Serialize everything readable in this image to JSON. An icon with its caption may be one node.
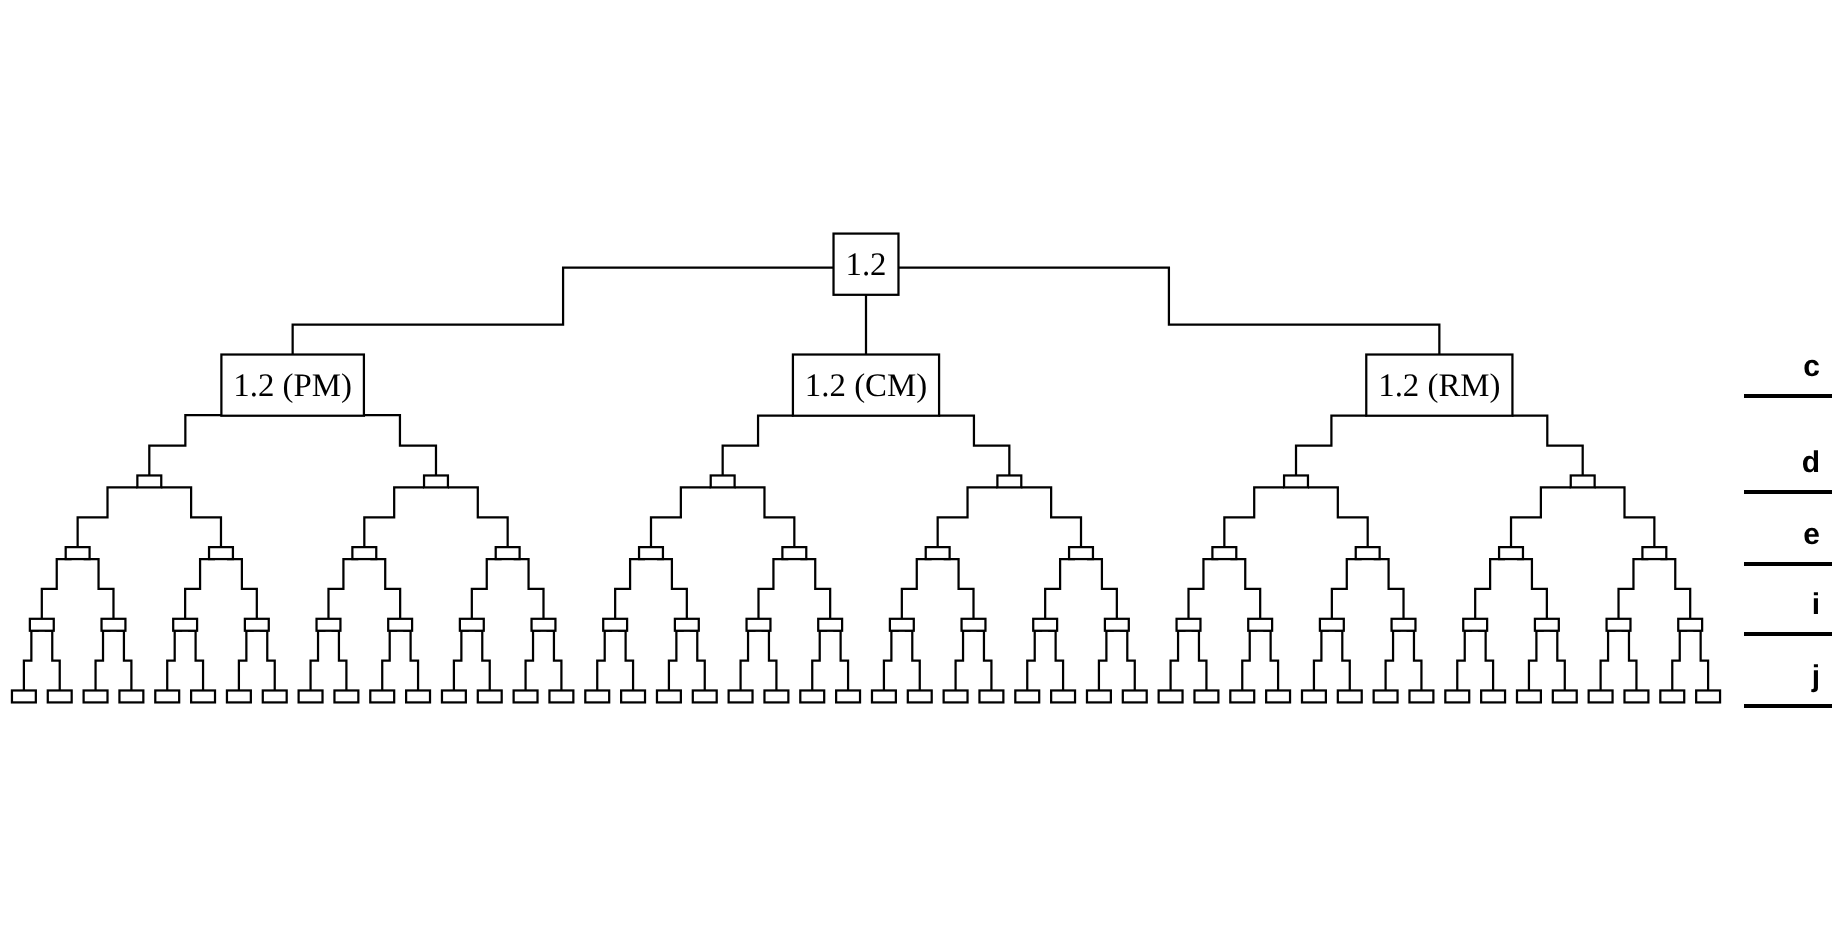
{
  "diagram": {
    "nodes": [
      {
        "text": [
          "1.2"
        ]
      },
      {
        "text": [
          "1.2 (PM)"
        ]
      },
      {
        "text": [
          "1.2 (CM)"
        ]
      },
      {
        "text": [
          "1.2 (RM)"
        ]
      },
      {
        "text": [],
        "shape": "box"
      },
      {
        "text": [],
        "shape": "box"
      },
      {
        "text": [],
        "shape": "box"
      },
      {
        "text": [],
        "shape": "box"
      },
      {
        "text": [],
        "shape": "box"
      },
      {
        "text": [],
        "shape": "box"
      },
      {
        "text": [],
        "shape": "box"
      },
      {
        "text": [],
        "shape": "box"
      },
      {
        "text": [],
        "shape": "box"
      },
      {
        "text": [],
        "shape": "box"
      },
      {
        "text": [],
        "shape": "box"
      },
      {
        "text": [],
        "shape": "box"
      },
      {
        "text": [],
        "shape": "box"
      },
      {
        "text": [],
        "shape": "box"
      },
      {
        "text": [],
        "shape": "box"
      },
      {
        "text": [],
        "shape": "box"
      },
      {
        "text": [],
        "shape": "box"
      },
      {
        "text": [],
        "shape": "box"
      },
      {
        "text": [],
        "shape": "box"
      },
      {
        "text": [],
        "shape": "box"
      },
      {
        "text": [],
        "shape": "box"
      },
      {
        "text": [],
        "shape": "box"
      },
      {
        "text": [],
        "shape": "box"
      },
      {
        "text": [],
        "shape": "box"
      },
      {
        "text": [],
        "shape": "box"
      },
      {
        "text": [],
        "shape": "box"
      },
      {
        "text": [],
        "shape": "box"
      },
      {
        "text": [],
        "shape": "box"
      },
      {
        "text": [],
        "shape": "box"
      },
      {
        "text": [],
        "shape": "box"
      },
      {
        "text": [],
        "shape": "box"
      },
      {
        "text": [],
        "shape": "box"
      },
      {
        "text": [],
        "shape": "box"
      },
      {
        "text": [],
        "shape": "box"
      },
      {
        "text": [],
        "shape": "box"
      },
      {
        "text": [],
        "shape": "box"
      },
      {
        "text": [],
        "shape": "box"
      },
      {
        "text": [],
        "shape": "box"
      },
      {
        "text": [],
        "shape": "box"
      },
      {
        "text": [],
        "shape": "box"
      },
      {
        "text": [],
        "shape": "box"
      },
      {
        "text": [],
        "shape": "box"
      },
      {
        "text": [],
        "shape": "box"
      },
      {
        "text": [],
        "shape": "box"
      },
      {
        "text": [],
        "shape": "box"
      },
      {
        "text": [],
        "shape": "box"
      },
      {
        "text": [],
        "shape": "box"
      },
      {
        "text": [],
        "shape": "box"
      },
      {
        "text": [],
        "shape": "box"
      },
      {
        "text": [],
        "shape": "box"
      },
      {
        "text": [],
        "shape": "box"
      },
      {
        "text": [],
        "shape": "box"
      },
      {
        "text": [],
        "shape": "box"
      },
      {
        "text": [],
        "shape": "box"
      },
      {
        "text": [],
        "shape": "box"
      },
      {
        "text": [],
        "shape": "box"
      },
      {
        "text": [],
        "shape": "box"
      },
      {
        "text": [],
        "shape": "box"
      },
      {
        "text": [],
        "shape": "box"
      },
      {
        "text": [],
        "shape": "box"
      },
      {
        "text": [],
        "shape": "box"
      },
      {
        "text": [],
        "shape": "box"
      },
      {
        "text": [],
        "shape": "box"
      },
      {
        "text": [],
        "shape": "box"
      },
      {
        "text": [],
        "shape": "box"
      },
      {
        "text": [],
        "shape": "box"
      },
      {
        "text": [],
        "shape": "box"
      },
      {
        "text": [],
        "shape": "box"
      },
      {
        "text": [],
        "shape": "box"
      },
      {
        "text": [],
        "shape": "box"
      },
      {
        "text": [],
        "shape": "box"
      },
      {
        "text": [],
        "shape": "box"
      },
      {
        "text": [],
        "shape": "box"
      },
      {
        "text": [],
        "shape": "box"
      },
      {
        "text": [],
        "shape": "box"
      },
      {
        "text": [],
        "shape": "box"
      },
      {
        "text": [],
        "shape": "box"
      },
      {
        "text": [],
        "shape": "box"
      },
      {
        "text": [],
        "shape": "box"
      },
      {
        "text": [],
        "shape": "box"
      },
      {
        "text": [],
        "shape": "box"
      },
      {
        "text": [],
        "shape": "box"
      },
      {
        "text": [],
        "shape": "box"
      },
      {
        "text": [],
        "shape": "box"
      },
      {
        "text": [],
        "shape": "box"
      },
      {
        "text": [],
        "shape": "box"
      },
      {
        "text": [],
        "shape": "box"
      },
      {
        "text": [],
        "shape": "box"
      },
      {
        "text": [],
        "shape": "box"
      },
      {
        "text": [],
        "shape": "box"
      }
    ],
    "edges": [
      {
        "from": 0,
        "to": 1,
        "arrow": "none"
      },
      {
        "from": 0,
        "to": 2,
        "arrow": "none"
      },
      {
        "from": 0,
        "to": 3,
        "arrow": "none"
      },
      {
        "from": 1,
        "to": 4,
        "arrow": "none"
      },
      {
        "from": 1,
        "to": 5,
        "arrow": "none"
      },
      {
        "from": 2,
        "to": 6,
        "arrow": "none"
      },
      {
        "from": 2,
        "to": 7,
        "arrow": "none"
      },
      {
        "from": 3,
        "to": 8,
        "arrow": "none"
      },
      {
        "from": 3,
        "to": 9,
        "arrow": "none"
      },
      {
        "from": 4,
        "to": 10,
        "arrow": "none"
      },
      {
        "from": 4,
        "to": 11,
        "arrow": "none"
      },
      {
        "from": 5,
        "to": 12,
        "arrow": "none"
      },
      {
        "from": 5,
        "to": 13,
        "arrow": "none"
      },
      {
        "from": 6,
        "to": 14,
        "arrow": "none"
      },
      {
        "from": 6,
        "to": 15,
        "arrow": "none"
      },
      {
        "from": 7,
        "to": 16,
        "arrow": "none"
      },
      {
        "from": 7,
        "to": 17,
        "arrow": "none"
      },
      {
        "from": 8,
        "to": 18,
        "arrow": "none"
      },
      {
        "from": 8,
        "to": 19,
        "arrow": "none"
      },
      {
        "from": 9,
        "to": 20,
        "arrow": "none"
      },
      {
        "from": 9,
        "to": 21,
        "arrow": "none"
      },
      {
        "from": 10,
        "to": 22,
        "arrow": "none"
      },
      {
        "from": 10,
        "to": 23,
        "arrow": "none"
      },
      {
        "from": 11,
        "to": 24,
        "arrow": "none"
      },
      {
        "from": 11,
        "to": 25,
        "arrow": "none"
      },
      {
        "from": 12,
        "to": 26,
        "arrow": "none"
      },
      {
        "from": 12,
        "to": 27,
        "arrow": "none"
      },
      {
        "from": 13,
        "to": 28,
        "arrow": "none"
      },
      {
        "from": 13,
        "to": 29,
        "arrow": "none"
      },
      {
        "from": 14,
        "to": 30,
        "arrow": "none"
      },
      {
        "from": 14,
        "to": 31,
        "arrow": "none"
      },
      {
        "from": 15,
        "to": 32,
        "arrow": "none"
      },
      {
        "from": 15,
        "to": 33,
        "arrow": "none"
      },
      {
        "from": 16,
        "to": 34,
        "arrow": "none"
      },
      {
        "from": 16,
        "to": 35,
        "arrow": "none"
      },
      {
        "from": 17,
        "to": 36,
        "arrow": "none"
      },
      {
        "from": 17,
        "to": 37,
        "arrow": "none"
      },
      {
        "from": 18,
        "to": 38,
        "arrow": "none"
      },
      {
        "from": 18,
        "to": 39,
        "arrow": "none"
      },
      {
        "from": 19,
        "to": 40,
        "arrow": "none"
      },
      {
        "from": 19,
        "to": 41,
        "arrow": "none"
      },
      {
        "from": 20,
        "to": 42,
        "arrow": "none"
      },
      {
        "from": 20,
        "to": 43,
        "arrow": "none"
      },
      {
        "from": 21,
        "to": 44,
        "arrow": "none"
      },
      {
        "from": 21,
        "to": 45,
        "arrow": "none"
      },
      {
        "from": 22,
        "to": 46,
        "arrow": "none"
      },
      {
        "from": 22,
        "to": 47,
        "arrow": "none"
      },
      {
        "from": 23,
        "to": 48,
        "arrow": "none"
      },
      {
        "from": 23,
        "to": 49,
        "arrow": "none"
      },
      {
        "from": 24,
        "to": 50,
        "arrow": "none"
      },
      {
        "from": 24,
        "to": 51,
        "arrow": "none"
      },
      {
        "from": 25,
        "to": 52,
        "arrow": "none"
      },
      {
        "from": 25,
        "to": 53,
        "arrow": "none"
      },
      {
        "from": 26,
        "to": 54,
        "arrow": "none"
      },
      {
        "from": 26,
        "to": 55,
        "arrow": "none"
      },
      {
        "from": 27,
        "to": 56,
        "arrow": "none"
      },
      {
        "from": 27,
        "to": 57,
        "arrow": "none"
      },
      {
        "from": 28,
        "to": 58,
        "arrow": "none"
      },
      {
        "from": 28,
        "to": 59,
        "arrow": "none"
      },
      {
        "from": 29,
        "to": 60,
        "arrow": "none"
      },
      {
        "from": 29,
        "to": 61,
        "arrow": "none"
      },
      {
        "from": 30,
        "to": 62,
        "arrow": "none"
      },
      {
        "from": 30,
        "to": 63,
        "arrow": "none"
      },
      {
        "from": 31,
        "to": 64,
        "arrow": "none"
      },
      {
        "from": 31,
        "to": 65,
        "arrow": "none"
      },
      {
        "from": 32,
        "to": 66,
        "arrow": "none"
      },
      {
        "from": 32,
        "to": 67,
        "arrow": "none"
      },
      {
        "from": 33,
        "to": 68,
        "arrow": "none"
      },
      {
        "from": 33,
        "to": 69,
        "arrow": "none"
      },
      {
        "from": 34,
        "to": 70,
        "arrow": "none"
      },
      {
        "from": 34,
        "to": 71,
        "arrow": "none"
      },
      {
        "from": 35,
        "to": 72,
        "arrow": "none"
      },
      {
        "from": 35,
        "to": 73,
        "arrow": "none"
      },
      {
        "from": 36,
        "to": 74,
        "arrow": "none"
      },
      {
        "from": 36,
        "to": 75,
        "arrow": "none"
      },
      {
        "from": 37,
        "to": 76,
        "arrow": "none"
      },
      {
        "from": 37,
        "to": 77,
        "arrow": "none"
      },
      {
        "from": 38,
        "to": 78,
        "arrow": "none"
      },
      {
        "from": 38,
        "to": 79,
        "arrow": "none"
      },
      {
        "from": 39,
        "to": 80,
        "arrow": "none"
      },
      {
        "from": 39,
        "to": 81,
        "arrow": "none"
      },
      {
        "from": 40,
        "to": 82,
        "arrow": "none"
      },
      {
        "from": 40,
        "to": 83,
        "arrow": "none"
      },
      {
        "from": 41,
        "to": 84,
        "arrow": "none"
      },
      {
        "from": 41,
        "to": 85,
        "arrow": "none"
      },
      {
        "from": 42,
        "to": 86,
        "arrow": "none"
      },
      {
        "from": 42,
        "to": 87,
        "arrow": "none"
      },
      {
        "from": 43,
        "to": 88,
        "arrow": "none"
      },
      {
        "from": 43,
        "to": 89,
        "arrow": "none"
      },
      {
        "from": 44,
        "to": 90,
        "arrow": "none"
      },
      {
        "from": 44,
        "to": 91,
        "arrow": "none"
      },
      {
        "from": 45,
        "to": 92,
        "arrow": "none"
      },
      {
        "from": 45,
        "to": 93,
        "arrow": "none"
      }
    ],
    "labels": [
      "c",
      "d",
      "e",
      "i",
      "j"
    ]
  }
}
